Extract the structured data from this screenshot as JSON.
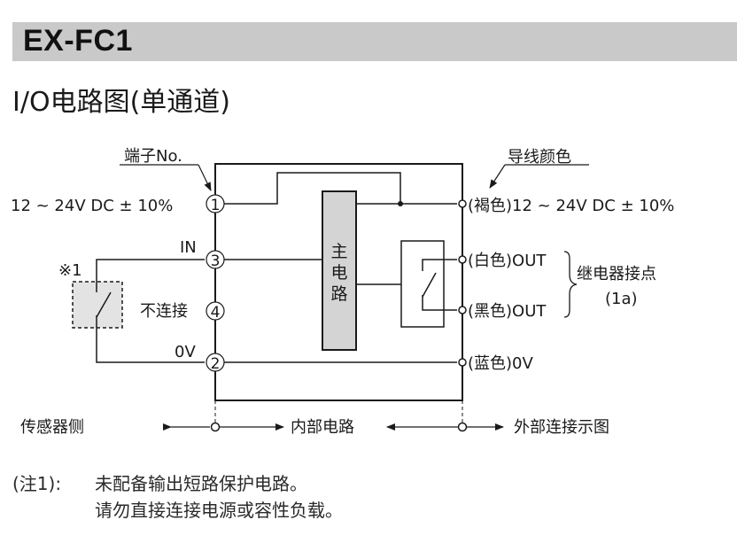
{
  "header": {
    "model": "EX-FC1",
    "subtitle": "I/O电路图(单通道)"
  },
  "diagram": {
    "terminal_label": "端子No.",
    "wire_color_label": "导线颜色",
    "left": {
      "supply": "12 ~ 24V DC ± 10%",
      "in": "IN",
      "nc": "不连接",
      "zero_v": "0V",
      "note_marker": "※1"
    },
    "terminals": [
      "1",
      "3",
      "4",
      "2"
    ],
    "main_circuit": [
      "主",
      "电",
      "路"
    ],
    "right": {
      "brown": "(褐色)12 ~ 24V DC ± 10%",
      "white": "(白色)OUT",
      "black": "(黑色)OUT",
      "blue": "(蓝色)0V",
      "relay_label": "继电器接点",
      "relay_type": "(1a)"
    },
    "bottom": {
      "sensor_side": "传感器侧",
      "internal": "内部电路",
      "external": "外部连接示图"
    }
  },
  "notes": {
    "marker": "(注1):",
    "line1": "未配备输出短路保护电路。",
    "line2": "请勿直接连接电源或容性负载。"
  }
}
